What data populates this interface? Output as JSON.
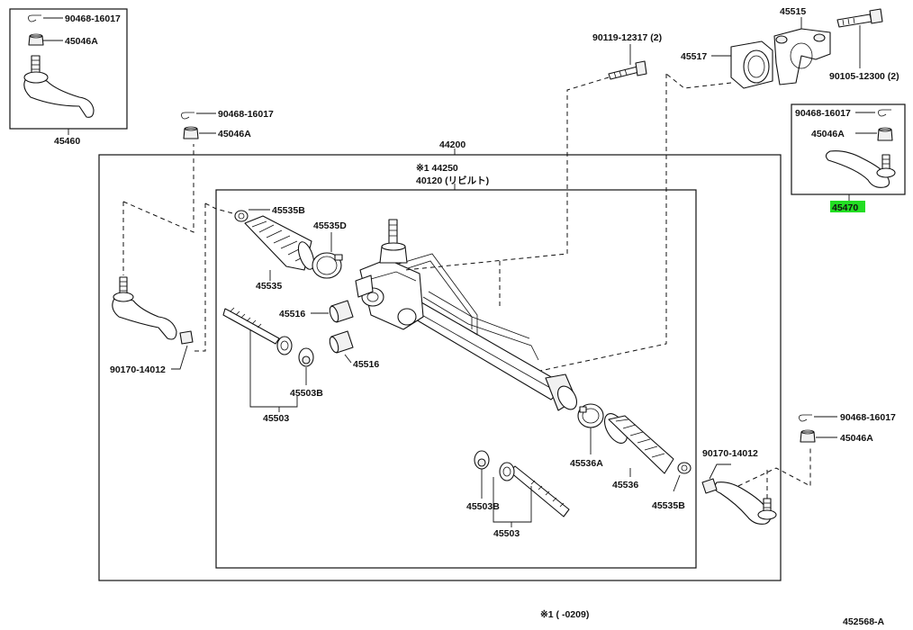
{
  "labels": {
    "l90468_a": "90468-16017",
    "l45046a_a": "45046A",
    "l45460": "45460",
    "l90468_b": "90468-16017",
    "l45046a_b": "45046A",
    "l44200": "44200",
    "l44250": "※1 44250",
    "l40120": "40120 (リビルト)",
    "l45535b_a": "45535B",
    "l45535d": "45535D",
    "l45535": "45535",
    "l45516_a": "45516",
    "l45516_b": "45516",
    "l90170_a": "90170-14012",
    "l45503b_a": "45503B",
    "l45503_a": "45503",
    "l90119": "90119-12317 (2)",
    "l45517": "45517",
    "l45515": "45515",
    "l90105": "90105-12300 (2)",
    "l90468_c": "90468-16017",
    "l45046a_c": "45046A",
    "l45470": "45470",
    "l90468_d": "90468-16017",
    "l45046a_d": "45046A",
    "l90170_b": "90170-14012",
    "l45536a": "45536A",
    "l45536": "45536",
    "l45535b_b": "45535B",
    "l45503b_b": "45503B",
    "l45503_b": "45503",
    "footnote": "※1 ( -0209)",
    "diagram_id": "452568-A"
  },
  "colors": {
    "highlight": "#22dd22",
    "ink": "#111111"
  }
}
